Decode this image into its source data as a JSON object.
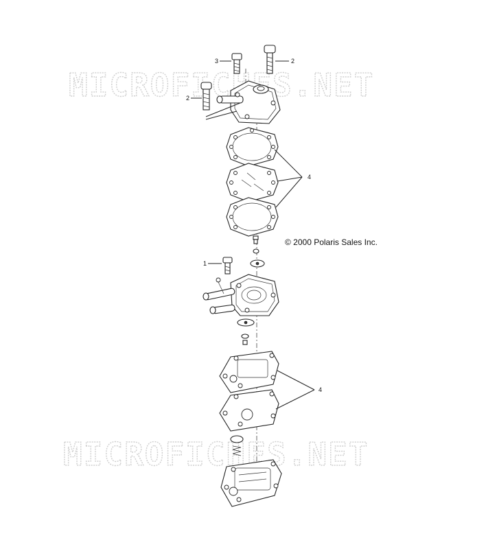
{
  "watermark": {
    "top_text": "MICROFICHES.NET",
    "bottom_text": "MICROFICHES.NET"
  },
  "copyright": "© 2000 Polaris Sales Inc.",
  "callouts": {
    "screw_top_left": "3",
    "screw_top_right": "2",
    "screw_side_left": "2",
    "gasket_group_upper": "4",
    "screw_mid_left": "1",
    "gasket_group_lower": "4"
  }
}
